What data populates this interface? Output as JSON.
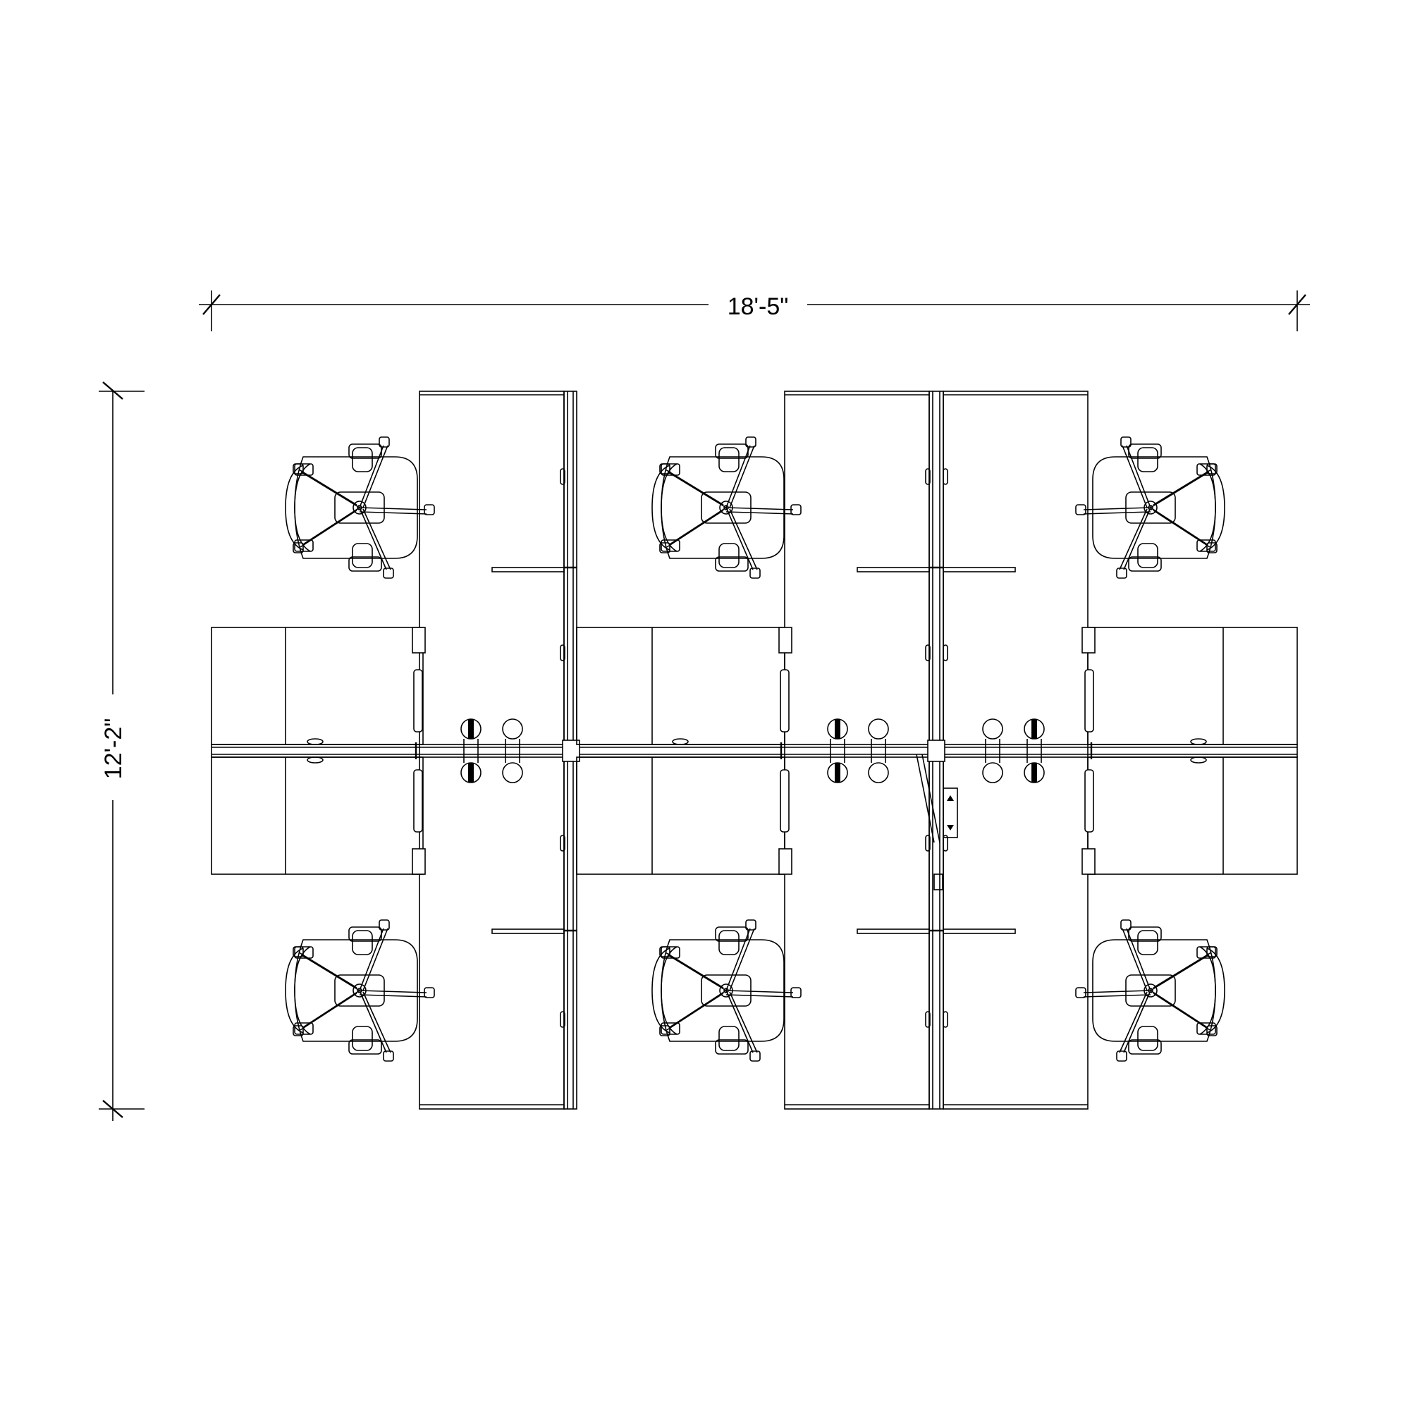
{
  "drawing": {
    "width_dimension": "18'-5\"",
    "depth_dimension": "12'-2\""
  },
  "colors": {
    "line": "#000000",
    "background": "#ffffff"
  },
  "layout_summary": {
    "workstations": 6,
    "chairs": 6
  }
}
